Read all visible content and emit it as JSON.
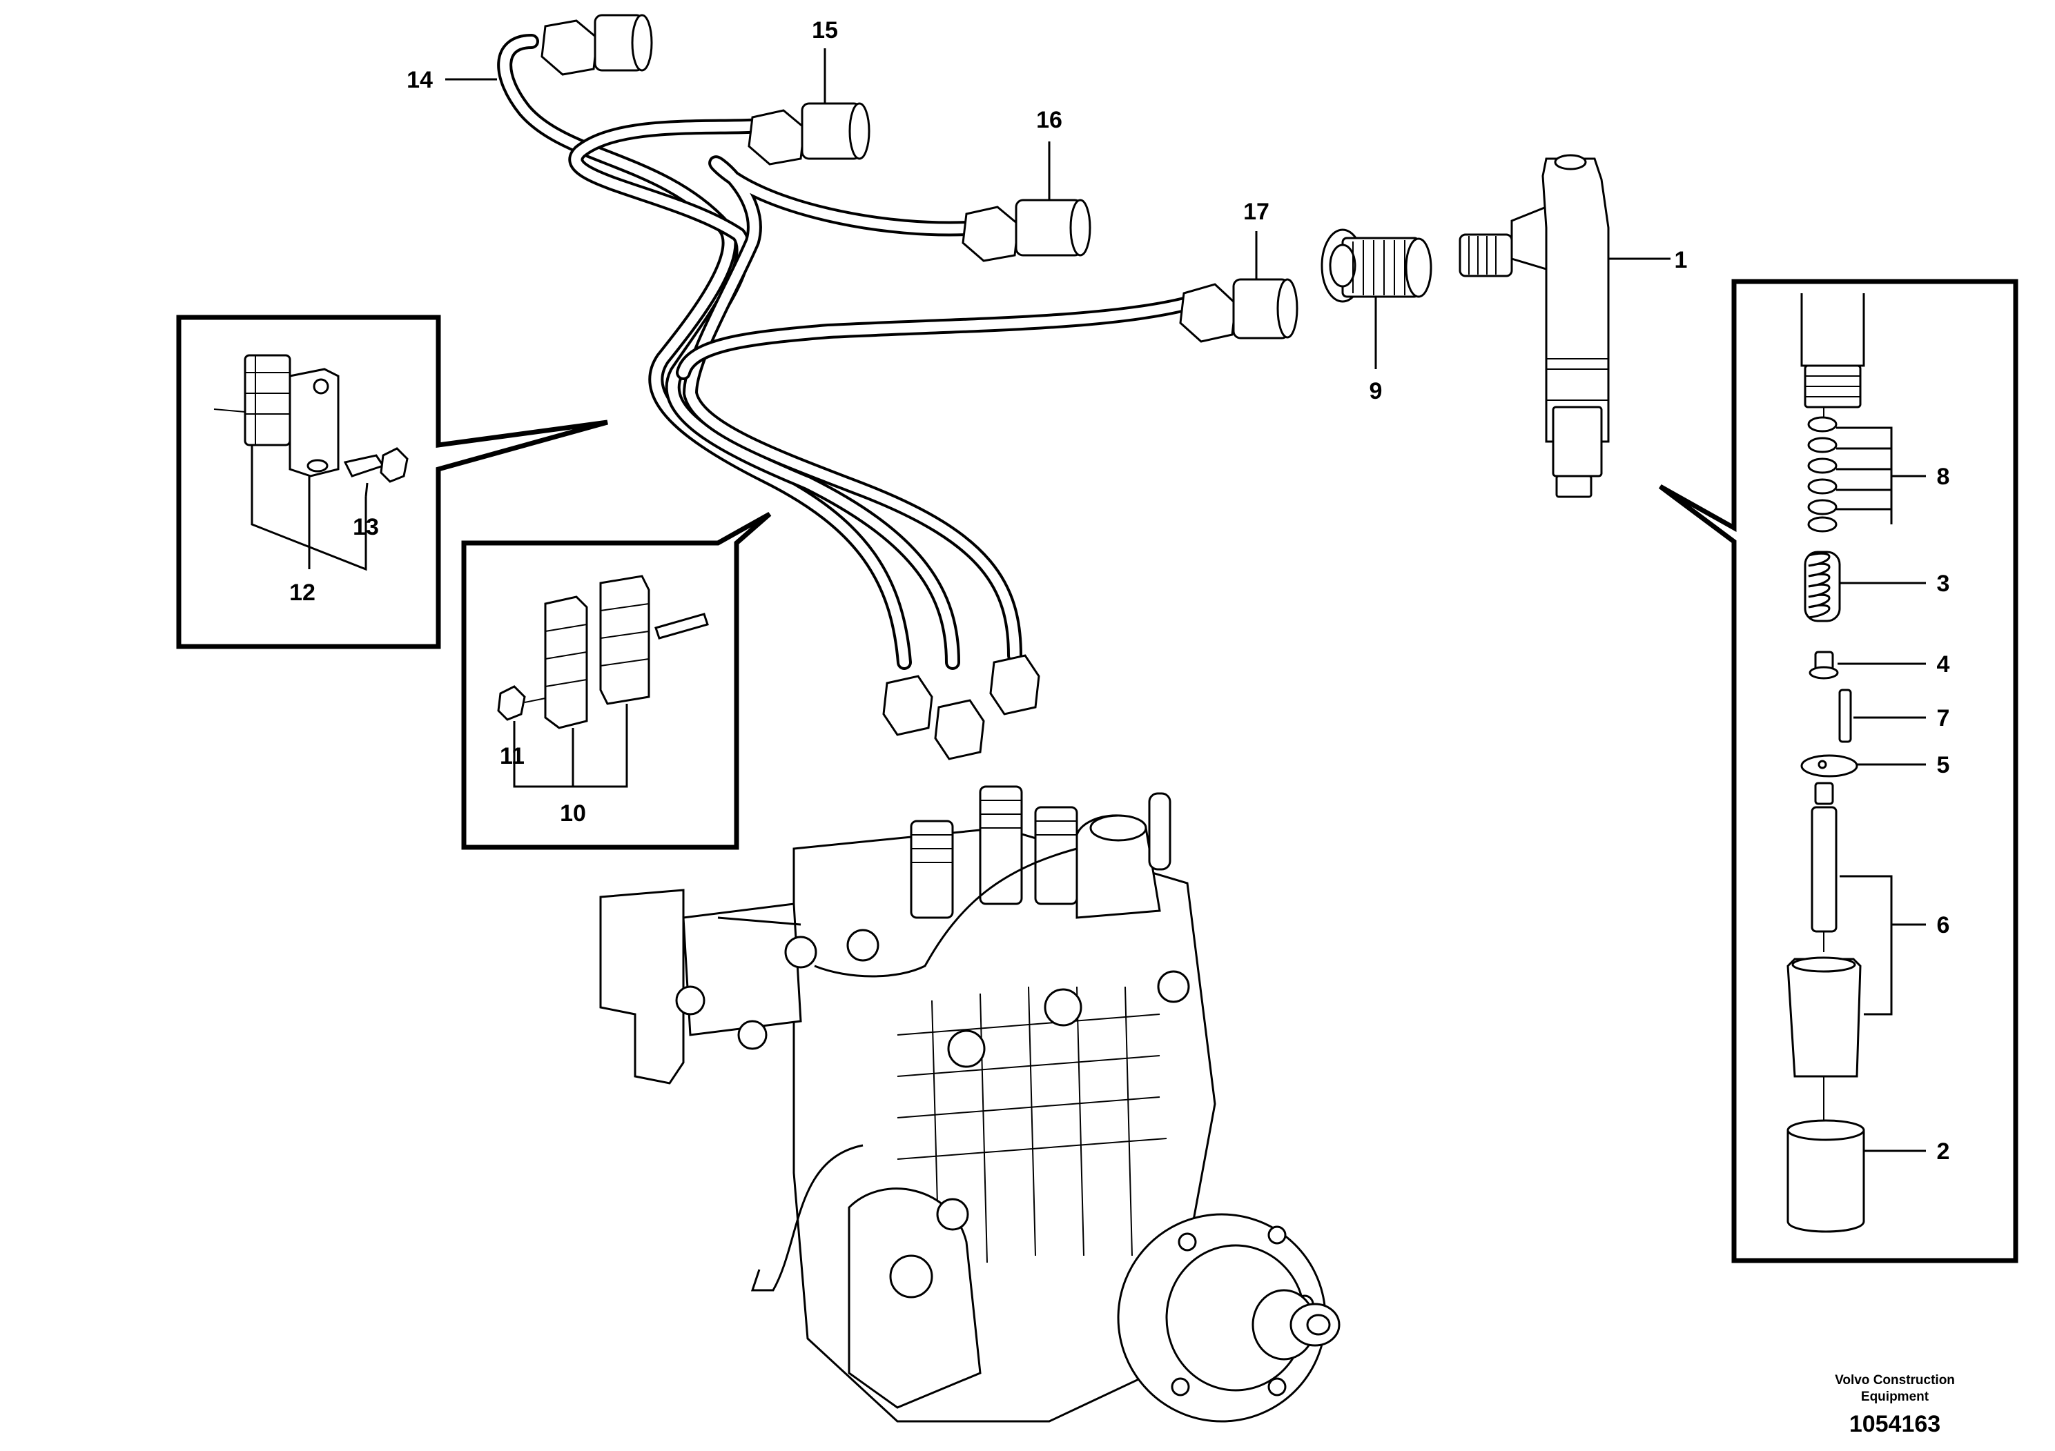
{
  "callouts": {
    "c1": "1",
    "c2": "2",
    "c3": "3",
    "c4": "4",
    "c5": "5",
    "c6": "6",
    "c7": "7",
    "c8": "8",
    "c9": "9",
    "c10": "10",
    "c11": "11",
    "c12": "12",
    "c13": "13",
    "c14": "14",
    "c15": "15",
    "c16": "16",
    "c17": "17"
  },
  "credit": {
    "line1": "Volvo Construction",
    "line2": "Equipment"
  },
  "drawing_number": "1054163"
}
